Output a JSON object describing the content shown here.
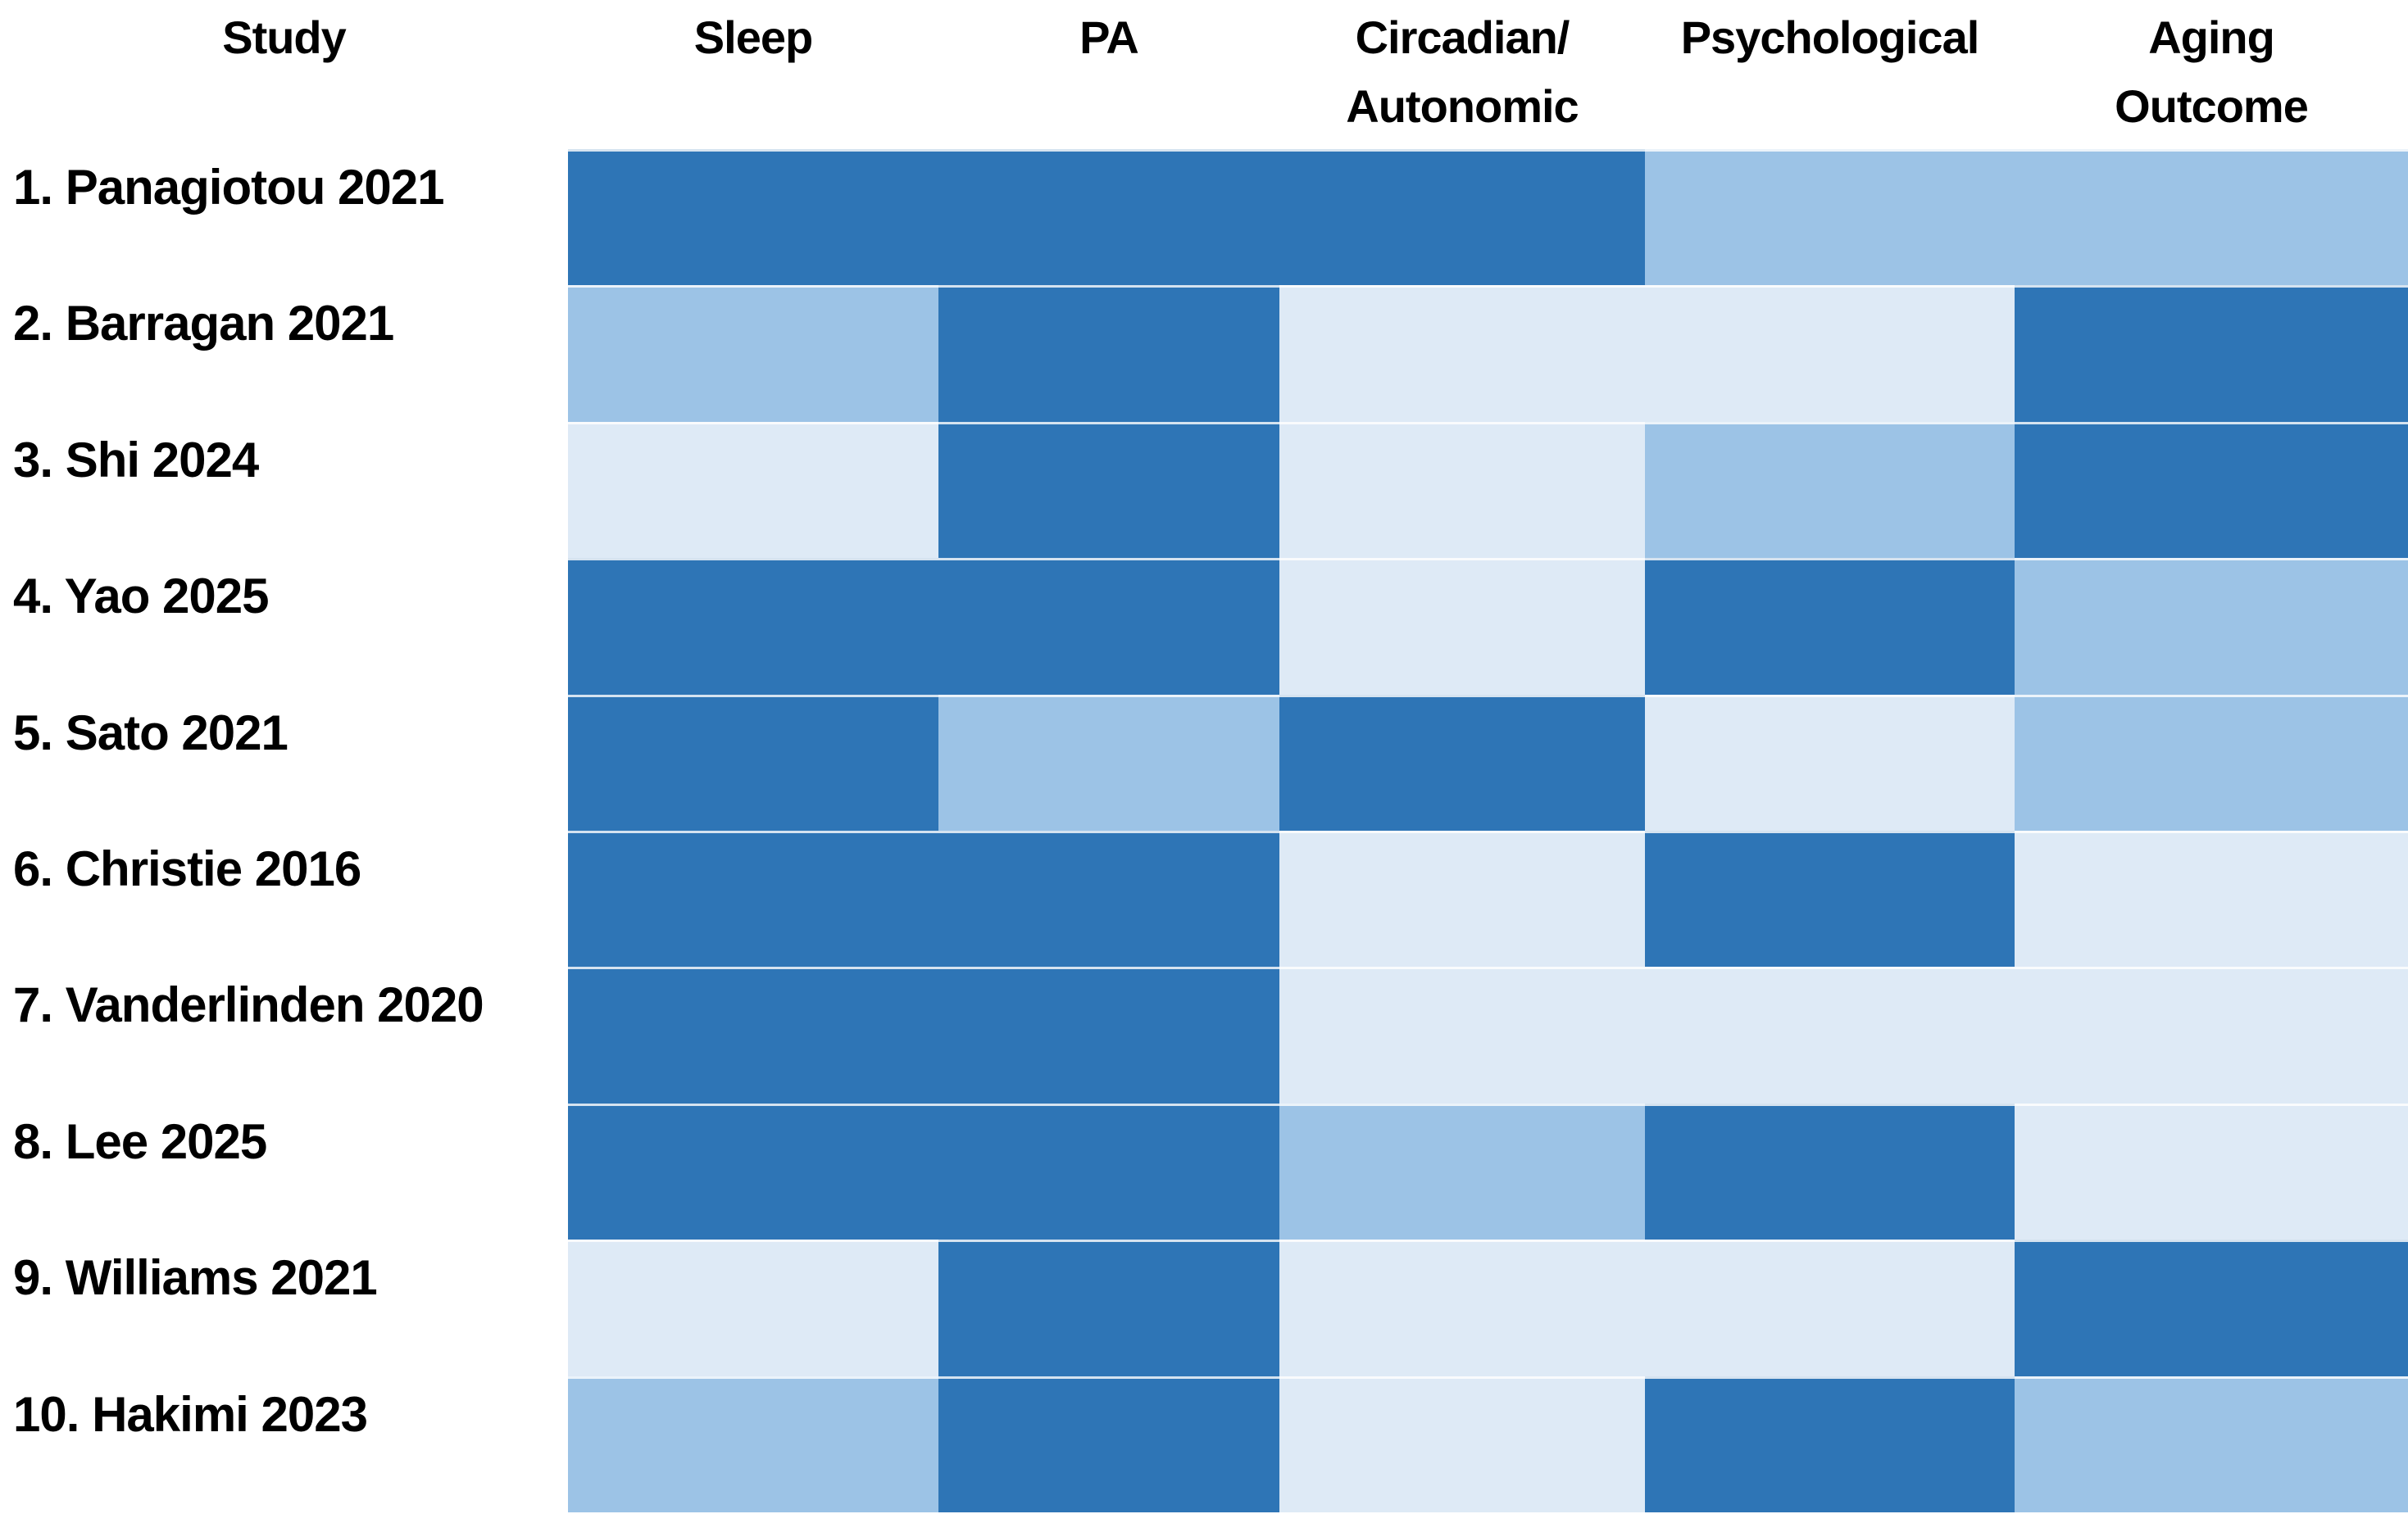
{
  "figure": {
    "background_color": "#FFFFFF",
    "text_color": "#000000"
  },
  "chart_data": {
    "type": "heatmap",
    "title": "",
    "column_header_row": [
      {
        "line1": "Study",
        "line2": ""
      },
      {
        "line1": "Sleep",
        "line2": ""
      },
      {
        "line1": "PA",
        "line2": ""
      },
      {
        "line1": "Circadian/",
        "line2": "Autonomic"
      },
      {
        "line1": "Psychological",
        "line2": ""
      },
      {
        "line1": "Aging",
        "line2": "Outcome"
      }
    ],
    "columns": [
      "Sleep",
      "PA",
      "Circadian/Autonomic",
      "Psychological",
      "Aging Outcome"
    ],
    "rows": [
      {
        "label": "1. Panagiotou 2021",
        "values": [
          3,
          3,
          3,
          2,
          2
        ]
      },
      {
        "label": "2. Barragan 2021",
        "values": [
          2,
          3,
          1,
          1,
          3
        ]
      },
      {
        "label": "3. Shi 2024",
        "values": [
          1,
          3,
          1,
          2,
          3
        ]
      },
      {
        "label": "4. Yao 2025",
        "values": [
          3,
          3,
          1,
          3,
          2
        ]
      },
      {
        "label": "5. Sato 2021",
        "values": [
          3,
          2,
          3,
          1,
          2
        ]
      },
      {
        "label": "6. Christie 2016",
        "values": [
          3,
          3,
          1,
          3,
          1
        ]
      },
      {
        "label": "7. Vanderlinden 2020",
        "values": [
          3,
          3,
          1,
          1,
          1
        ]
      },
      {
        "label": "8. Lee 2025",
        "values": [
          3,
          3,
          2,
          3,
          1
        ]
      },
      {
        "label": "9. Williams 2021",
        "values": [
          1,
          3,
          1,
          1,
          3
        ]
      },
      {
        "label": "10. Hakimi 2023",
        "values": [
          2,
          3,
          1,
          3,
          2
        ]
      }
    ],
    "value_scale": {
      "3": {
        "level": "high",
        "color": "#2E75B6"
      },
      "2": {
        "level": "medium",
        "color": "#9CC3E6"
      },
      "1": {
        "level": "low",
        "color": "#DEEAF6"
      }
    },
    "legend_position": "none",
    "grid_lines": false
  }
}
